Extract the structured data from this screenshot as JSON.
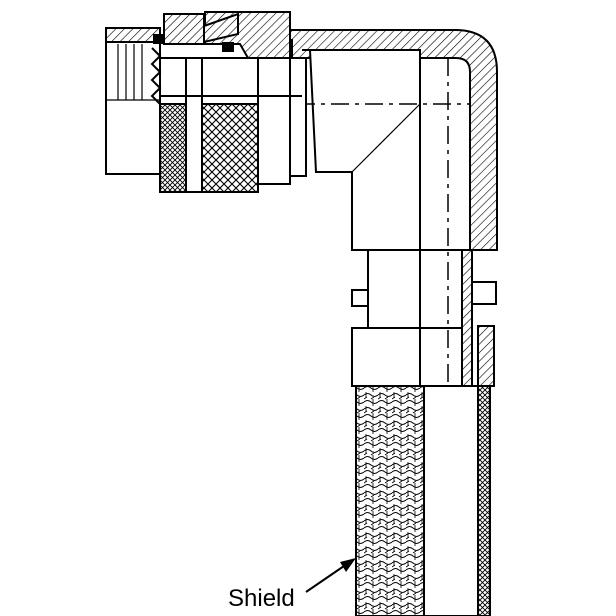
{
  "drawing": {
    "subject": "right-angle-connector-cross-section",
    "colors": {
      "line": "#000000",
      "background": "#ffffff"
    }
  },
  "callouts": [
    {
      "id": "shield",
      "text": "Shield"
    }
  ]
}
